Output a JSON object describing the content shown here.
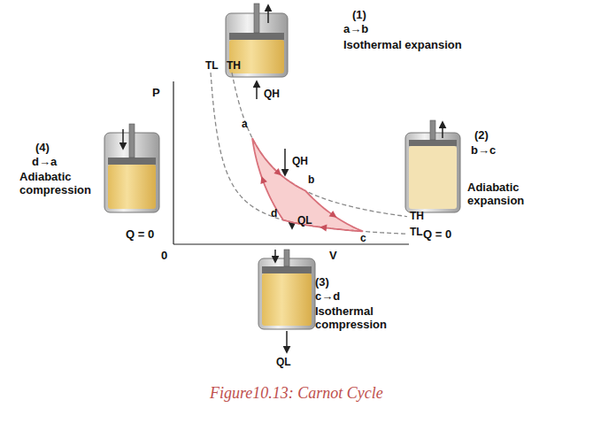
{
  "diagram": {
    "caption": "Figure10.13: Carnot Cycle",
    "labels": [
      "(1)",
      "a→b",
      "Isothermal expansion",
      "QH",
      "TL",
      "TH",
      "P",
      "a",
      "QH",
      "b",
      "d",
      "QL",
      "TH",
      "TL",
      "c",
      "0",
      "V",
      "(4)",
      "d→a",
      "Adiabatic compression",
      "Q = 0",
      "(2)",
      "b→c",
      "Adiabatic expansion",
      "Q = 0",
      "(3)",
      "c→d",
      "Isothermal compression",
      "QL"
    ]
  }
}
